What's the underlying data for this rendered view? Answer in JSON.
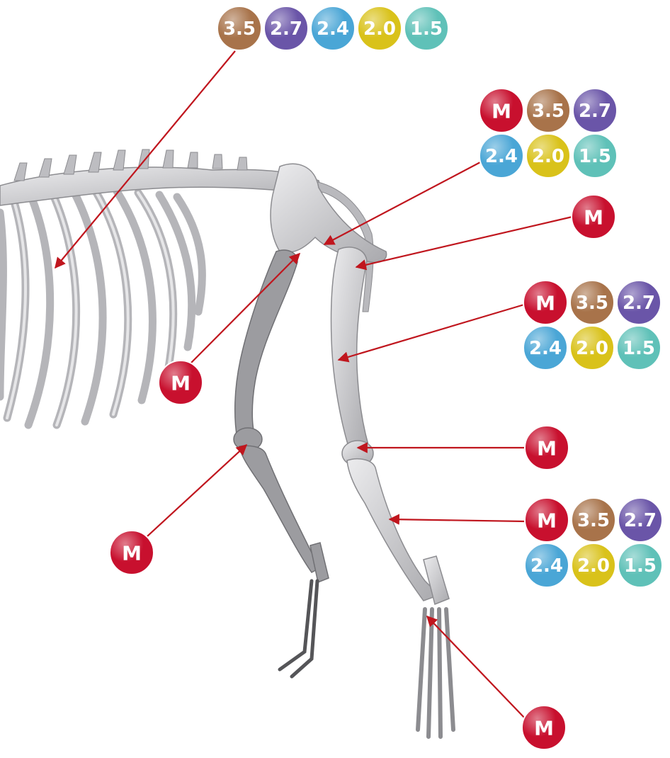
{
  "colors": {
    "M": "#c8102e",
    "3.5": "#a8734a",
    "2.7": "#6a55a8",
    "2.4": "#4aa6d6",
    "2.0": "#d9c21a",
    "1.5": "#5fc1b8",
    "arrow": "#c0161e",
    "bone": "#d9d9dc",
    "bone_edge": "#8c8c90"
  },
  "badge_sets": {
    "ribs": [
      "3.5",
      "2.7",
      "2.4",
      "2.0",
      "1.5"
    ],
    "pelvis": [
      "M",
      "3.5",
      "2.7",
      "2.4",
      "2.0",
      "1.5"
    ],
    "hip": [
      "M"
    ],
    "femur": [
      "M",
      "3.5",
      "2.7",
      "2.4",
      "2.0",
      "1.5"
    ],
    "stifle": [
      "M"
    ],
    "tibia": [
      "M",
      "3.5",
      "2.7",
      "2.4",
      "2.0",
      "1.5"
    ],
    "hock": [
      "M"
    ],
    "elbow": [
      "M"
    ],
    "carpus": [
      "M"
    ]
  }
}
